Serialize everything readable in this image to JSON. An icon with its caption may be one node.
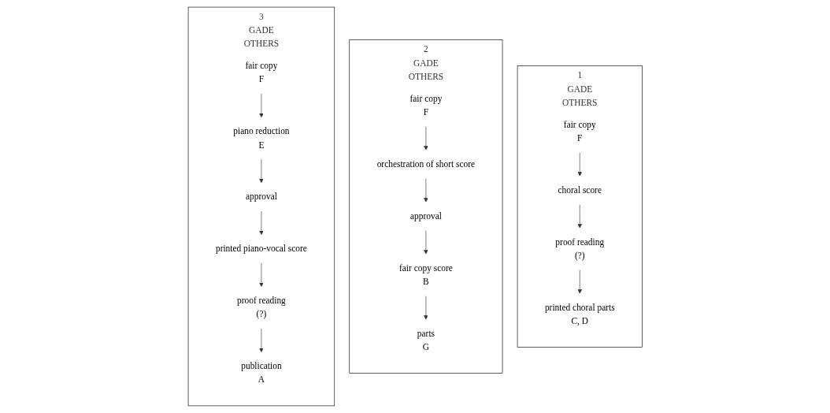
{
  "diagram": {
    "nodes": [
      {
        "text": [
          "1",
          "GADE",
          "OTHERS"
        ]
      },
      {
        "text": [
          "fair copy",
          "F"
        ],
        "in": 0
      },
      {
        "text": [
          "choral score"
        ],
        "in": 0
      },
      {
        "text": [
          "proof reading",
          "(?)"
        ],
        "in": 0
      },
      {
        "text": [
          "printed choral parts",
          "C, D"
        ],
        "in": 0
      },
      {
        "text": [
          "2",
          "GADE",
          "OTHERS"
        ]
      },
      {
        "text": [
          "fair copy",
          "F"
        ],
        "in": 5
      },
      {
        "text": [
          "orchestration of short score"
        ],
        "in": 5
      },
      {
        "text": [
          "approval"
        ],
        "in": 5
      },
      {
        "text": [
          "fair copy score",
          "B"
        ],
        "in": 5
      },
      {
        "text": [
          "parts",
          "G"
        ],
        "in": 5
      },
      {
        "text": [
          "3",
          "GADE",
          "OTHERS"
        ]
      },
      {
        "text": [
          "fair copy",
          "F"
        ],
        "in": 11
      },
      {
        "text": [
          "piano reduction",
          "E"
        ],
        "in": 11
      },
      {
        "text": [
          "approval"
        ],
        "in": 11
      },
      {
        "text": [
          "printed piano-vocal score"
        ],
        "in": 11
      },
      {
        "text": [
          "proof reading",
          "(?)"
        ],
        "in": 11
      },
      {
        "text": [
          "publication",
          "A"
        ],
        "in": 11
      }
    ],
    "edges": [
      {
        "from": 1,
        "to": 2,
        "arrow": "to"
      },
      {
        "from": 2,
        "to": 3,
        "arrow": "to"
      },
      {
        "from": 3,
        "to": 4,
        "arrow": "to"
      },
      {
        "from": 6,
        "to": 7,
        "arrow": "to"
      },
      {
        "from": 7,
        "to": 8,
        "arrow": "to"
      },
      {
        "from": 8,
        "to": 9,
        "arrow": "to"
      },
      {
        "from": 9,
        "to": 10,
        "arrow": "to"
      },
      {
        "from": 12,
        "to": 13,
        "arrow": "to"
      },
      {
        "from": 13,
        "to": 14,
        "arrow": "to"
      },
      {
        "from": 14,
        "to": 15,
        "arrow": "to"
      },
      {
        "from": 15,
        "to": 16,
        "arrow": "to"
      },
      {
        "from": 16,
        "to": 17,
        "arrow": "to"
      }
    ]
  }
}
